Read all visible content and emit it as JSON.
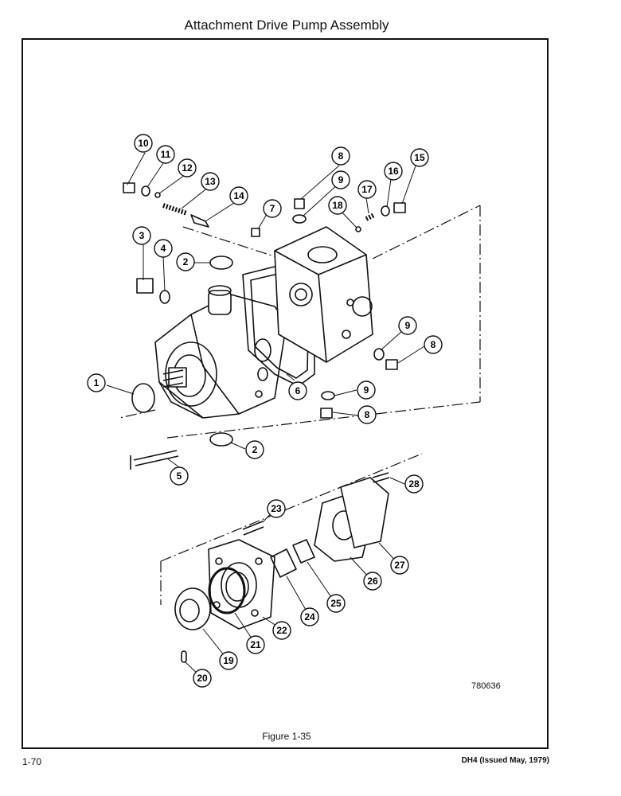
{
  "page": {
    "title": "Attachment Drive Pump Assembly",
    "figure_caption": "Figure 1-35",
    "page_number": "1-70",
    "issue_note": "DH4 (Issued May, 1979)",
    "drawing_code": "780636"
  },
  "callouts": [
    "1",
    "2",
    "2",
    "3",
    "4",
    "5",
    "6",
    "7",
    "8",
    "8",
    "8",
    "9",
    "9",
    "9",
    "10",
    "11",
    "12",
    "13",
    "14",
    "15",
    "16",
    "17",
    "18",
    "19",
    "20",
    "21",
    "22",
    "23",
    "24",
    "25",
    "26",
    "27",
    "28"
  ]
}
